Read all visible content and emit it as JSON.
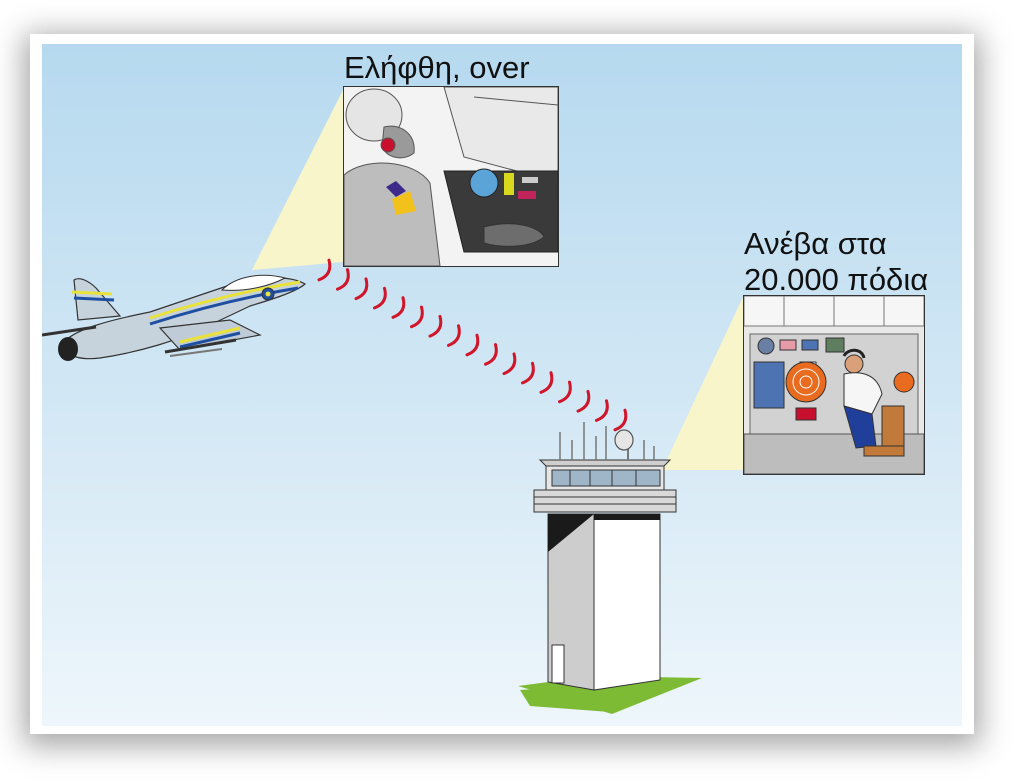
{
  "captions": {
    "pilot": "Ελήφθη, over",
    "tower_line1": "Ανέβα στα",
    "tower_line2": "20.000 πόδια"
  },
  "colors": {
    "sky_top": "#b6d9ef",
    "sky_bottom": "#eef6fb",
    "radio_wave": "#d0162b",
    "light_cone": "#fbf6c8",
    "grass": "#7dbb35",
    "tower_wall": "#ffffff",
    "tower_shade": "#cfcfcf",
    "jet_body": "#c6d2dc",
    "jet_stripe_yellow": "#e8e23a",
    "jet_stripe_blue": "#1f4fa0"
  },
  "icons": [
    "fighter-jet",
    "pilot-in-cockpit",
    "control-tower",
    "air-traffic-controller",
    "radio-waves"
  ]
}
